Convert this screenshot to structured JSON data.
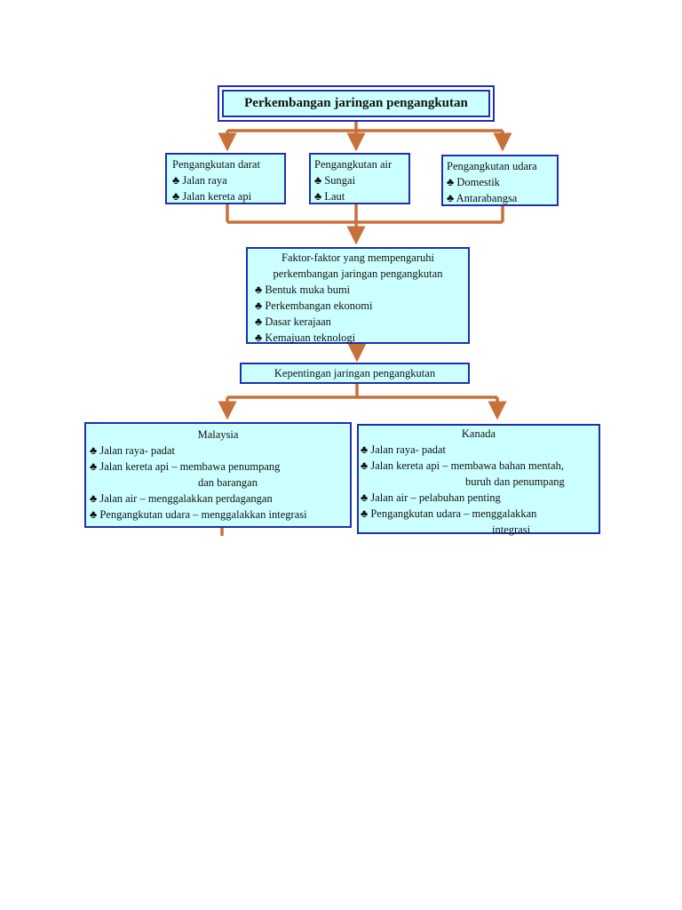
{
  "title": "Perkembangan jaringan pengangkutan",
  "bullet": "♣",
  "modes": [
    {
      "heading": "Pengangkutan darat",
      "items": [
        "Jalan raya",
        "Jalan kereta api"
      ]
    },
    {
      "heading": "Pengangkutan air",
      "items": [
        "Sungai",
        "Laut"
      ]
    },
    {
      "heading": "Pengangkutan udara",
      "items": [
        "Domestik",
        "Antarabangsa"
      ]
    }
  ],
  "factors": {
    "heading_line1": "Faktor-faktor yang mempengaruhi",
    "heading_line2": "perkembangan jaringan pengangkutan",
    "items": [
      "Bentuk muka bumi",
      "Perkembangan ekonomi",
      "Dasar kerajaan",
      "Kemajuan teknologi"
    ]
  },
  "importance": "Kepentingan jaringan pengangkutan",
  "malaysia": {
    "heading": "Malaysia",
    "item1": "Jalan raya- padat",
    "item2": "Jalan kereta api – membawa penumpang",
    "item2_cont": "dan barangan",
    "item3": "Jalan air – menggalakkan perdagangan",
    "item4": "Pengangkutan udara – menggalakkan integrasi"
  },
  "kanada": {
    "heading": "Kanada",
    "item1": "Jalan raya- padat",
    "item2": "Jalan kereta api – membawa bahan mentah,",
    "item2_cont": "buruh dan penumpang",
    "item3": "Jalan air – pelabuhan penting",
    "item4": "Pengangkutan udara – menggalakkan",
    "item4_cont": "integrasi"
  },
  "colors": {
    "box_fill": "#ccffff",
    "box_border": "#1f2fb0",
    "arrow": "#c8703a"
  }
}
